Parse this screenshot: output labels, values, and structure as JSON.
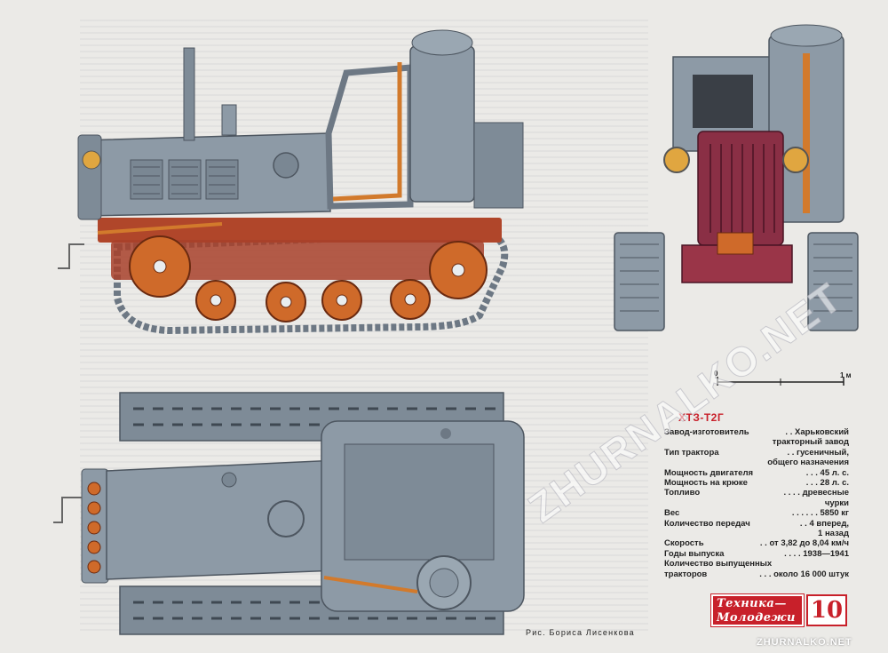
{
  "article": {
    "model_title": "ХТЗ-Т2Г",
    "scale": {
      "start": "0",
      "end": "1 м"
    },
    "caption": "Рис. Бориса Лисенкова"
  },
  "specs": [
    {
      "key": "Завод-изготовитель",
      "value": ". . Харьковский"
    },
    {
      "key": "",
      "value": "тракторный завод"
    },
    {
      "key": "Тип трактора",
      "value": ". . гусеничный,"
    },
    {
      "key": "",
      "value": "общего назначения"
    },
    {
      "key": "Мощность двигателя",
      "value": ". . . 45 л. с."
    },
    {
      "key": "Мощность на крюке",
      "value": ". . . 28 л. с."
    },
    {
      "key": "Топливо",
      "value": ". . . . древесные"
    },
    {
      "key": "",
      "value": "чурки"
    },
    {
      "key": "Вес",
      "value": ". . . . . . 5850 кг"
    },
    {
      "key": "Количество передач",
      "value": ". . 4 вперед,"
    },
    {
      "key": "",
      "value": "1 назад"
    },
    {
      "key": "Скорость",
      "value": ". . от 3,82 до 8,04 км/ч"
    },
    {
      "key": "Годы выпуска",
      "value": ". . . . 1938—1941"
    },
    {
      "key": "Количество выпущенных",
      "value": ""
    },
    {
      "key": "тракторов",
      "value": ". . . около 16 000 штук"
    }
  ],
  "magazine": {
    "logo_line1": "Техника—",
    "logo_line2": "Молодежи",
    "issue_number": "10"
  },
  "watermark": {
    "diagonal": "ZHURNALKO.NET",
    "corner": "ZHURNALKO.NET"
  },
  "colors": {
    "body_gray": "#8d9aa6",
    "frame_red": "#b0462a",
    "wheel_orange": "#cf6a2a",
    "cab_maroon": "#8a2f45",
    "accent_red": "#c8202a"
  }
}
